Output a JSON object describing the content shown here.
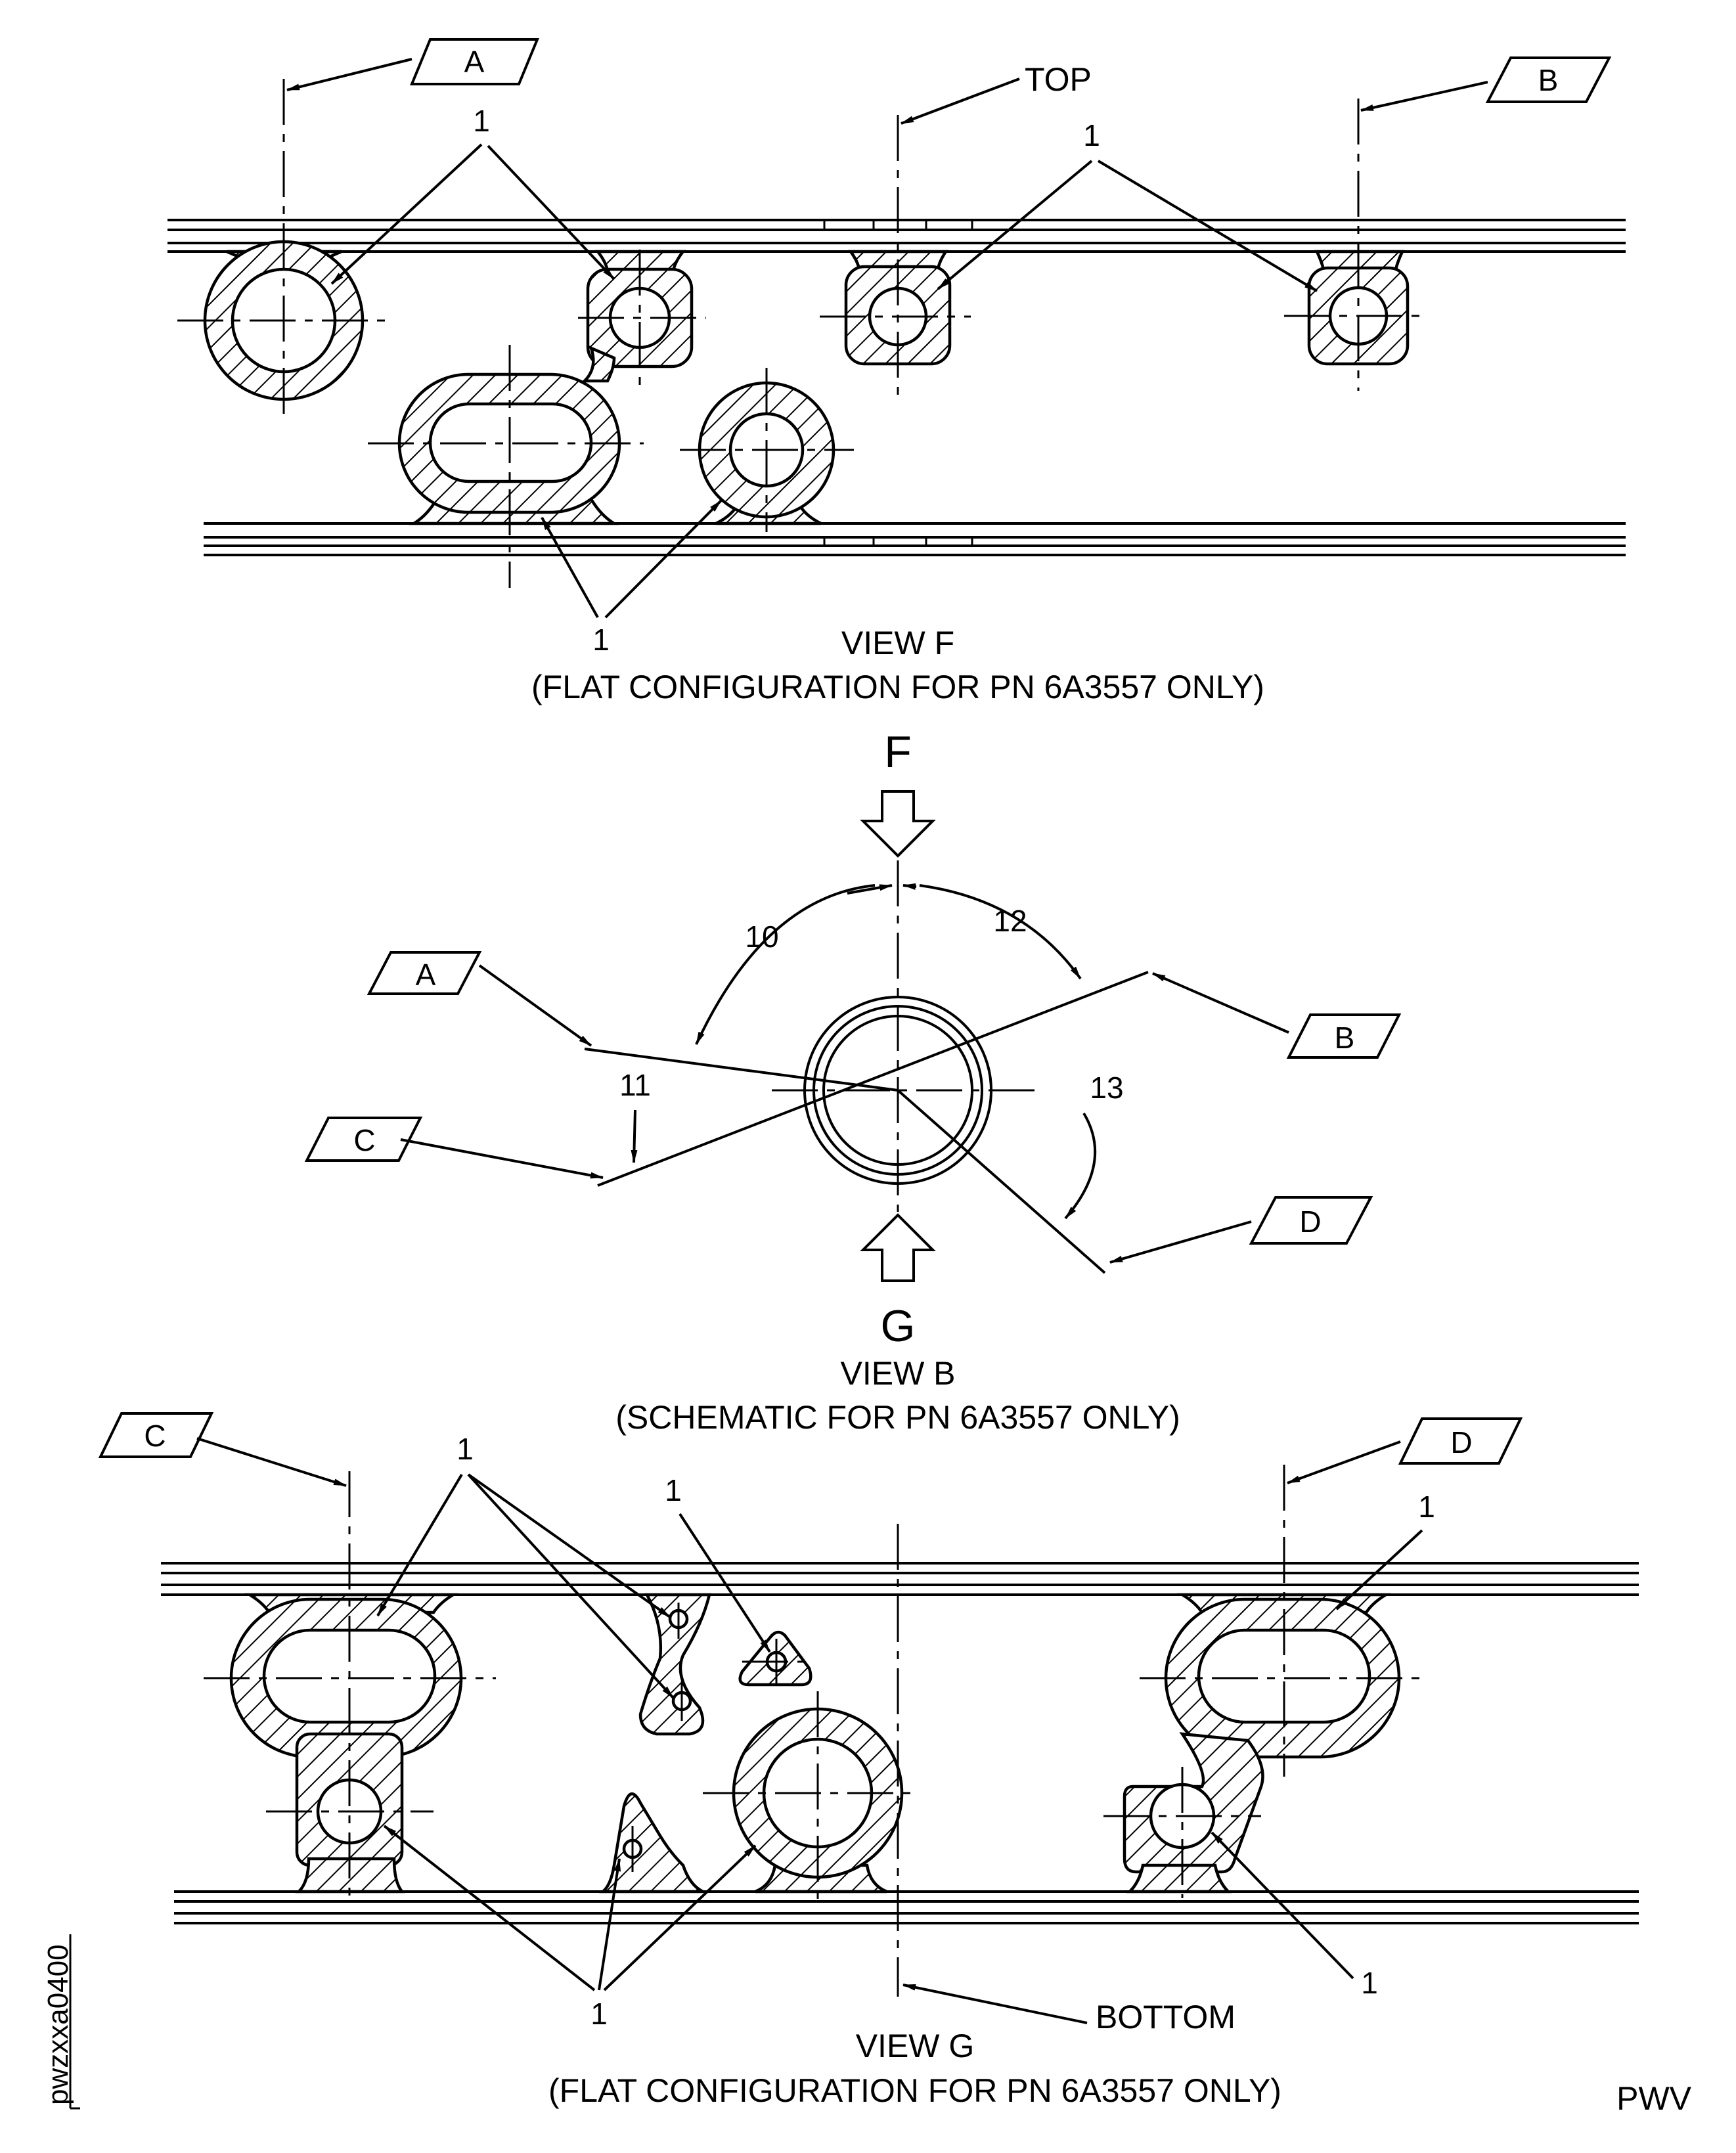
{
  "view_f": {
    "title": "VIEW F",
    "subtitle": "(FLAT CONFIGURATION FOR PN 6A3557 ONLY)",
    "top_label": "TOP",
    "flags": [
      "A",
      "B"
    ],
    "callouts": [
      "1",
      "1",
      "1"
    ]
  },
  "view_b": {
    "title": "VIEW B",
    "subtitle": "(SCHEMATIC FOR PN 6A3557 ONLY)",
    "arrow_top": "F",
    "arrow_bottom": "G",
    "flags": [
      "A",
      "B",
      "C",
      "D"
    ],
    "angles": [
      "10",
      "12",
      "11",
      "13"
    ]
  },
  "view_g": {
    "title": "VIEW G",
    "subtitle": "(FLAT CONFIGURATION FOR PN 6A3557 ONLY)",
    "bottom_label": "BOTTOM",
    "flags": [
      "C",
      "D"
    ],
    "callouts": [
      "1",
      "1",
      "1",
      "1",
      "1"
    ]
  },
  "figure_id": "pwzxxa0400",
  "footer_code": "PWV"
}
